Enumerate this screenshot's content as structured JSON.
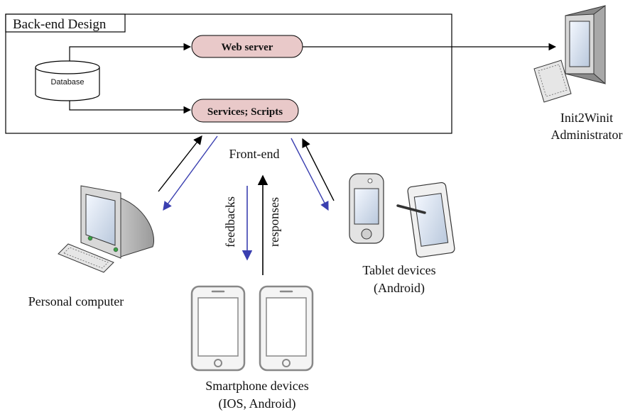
{
  "backend": {
    "title": "Back-end Design",
    "database_label": "Database",
    "web_server_label": "Web server",
    "services_label": "Services; Scripts"
  },
  "frontend_label": "Front-end",
  "administrator": {
    "line1": "Init2Winit",
    "line2": "Administrator"
  },
  "personal_computer_label": "Personal computer",
  "tablet": {
    "line1": "Tablet devices",
    "line2": "(Android)"
  },
  "smartphone": {
    "line1": "Smartphone devices",
    "line2": "(IOS, Android)"
  },
  "arrow_labels": {
    "feedbacks": "feedbacks",
    "responses": "responses"
  },
  "colors": {
    "pill_fill": "#e9c9c9",
    "feedback_arrow": "#3a3fb0",
    "response_arrow": "#000000"
  }
}
